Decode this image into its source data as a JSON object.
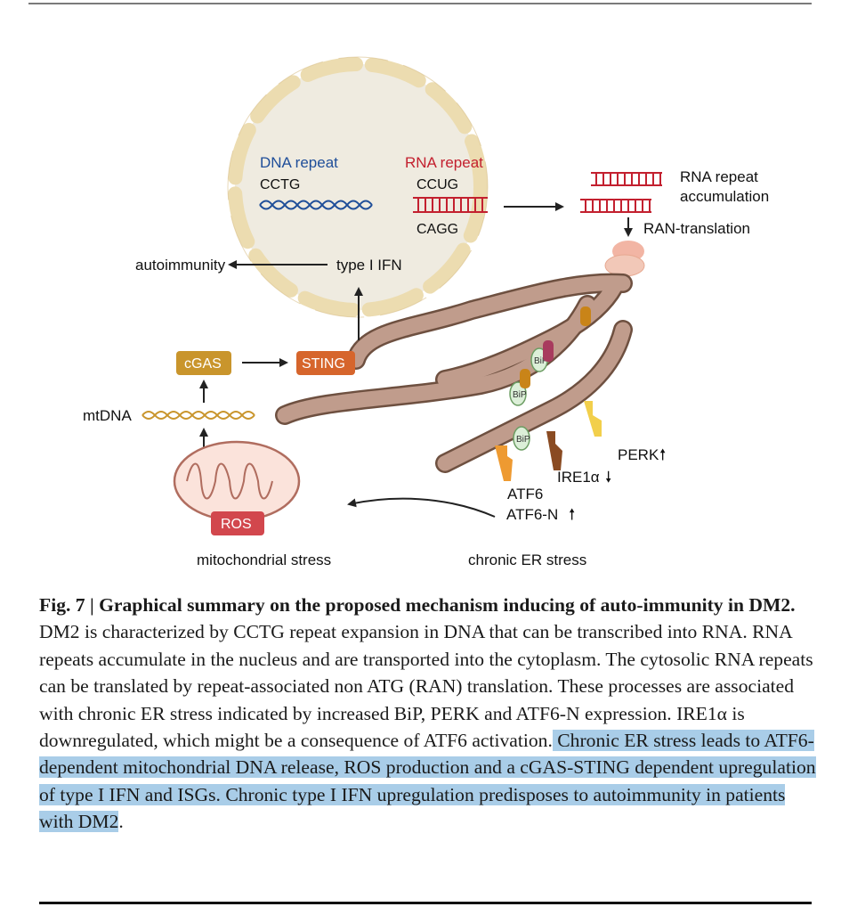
{
  "figure": {
    "dna_repeat_label": "DNA repeat",
    "dna_repeat_seq": "CCTG",
    "rna_repeat_label": "RNA repeat",
    "rna_repeat_seq_top": "CCUG",
    "rna_repeat_seq_bottom": "CAGG",
    "rna_accum_line1": "RNA repeat",
    "rna_accum_line2": "accumulation",
    "ran_translation": "RAN-translation",
    "autoimmunity": "autoimmunity",
    "type1_ifn": "type I IFN",
    "cgas": "cGAS",
    "sting": "STING",
    "mtdna": "mtDNA",
    "ros": "ROS",
    "bip": "BiP",
    "perk": "PERK",
    "ire1a": "IRE1α",
    "atf6": "ATF6",
    "atf6n": "ATF6-N",
    "mito_stress": "mitochondrial stress",
    "er_stress": "chronic ER stress"
  },
  "caption": {
    "title": "Fig. 7 | Graphical summary on the proposed mechanism inducing of auto-immunity in DM2.",
    "body": " DM2 is characterized by CCTG repeat expansion in DNA that can be transcribed into RNA. RNA repeats accumulate in the nucleus and are transported into the cytoplasm. The cytosolic RNA repeats can be translated by repeat-associated non ATG (RAN) translation. These processes are associated with chronic ER stress indicated by increased BiP, PERK and ATF6-N expression. IRE1α is downregulated, which might be a consequence of ATF6 activation.",
    "highlight": " Chronic ER stress leads to ATF6-dependent mitochondrial DNA release, ROS production and a cGAS-STING dependent upregulation of type I IFN and ISGs. Chronic type I IFN upregulation predisposes to autoimmunity in patients with DM2",
    "end": "."
  },
  "colors": {
    "nucleus_fill": "#efebe0",
    "envelope": "#ecdcb0",
    "er_fill": "#c09c8c",
    "er_stroke": "#6e5040",
    "dna_blue": "#1f4e99",
    "rna_red": "#c3202f",
    "cgas_fill": "#c9952c",
    "sting_fill": "#d6652c",
    "ros_fill": "#d2474d",
    "highlight": "#a9cde8"
  }
}
